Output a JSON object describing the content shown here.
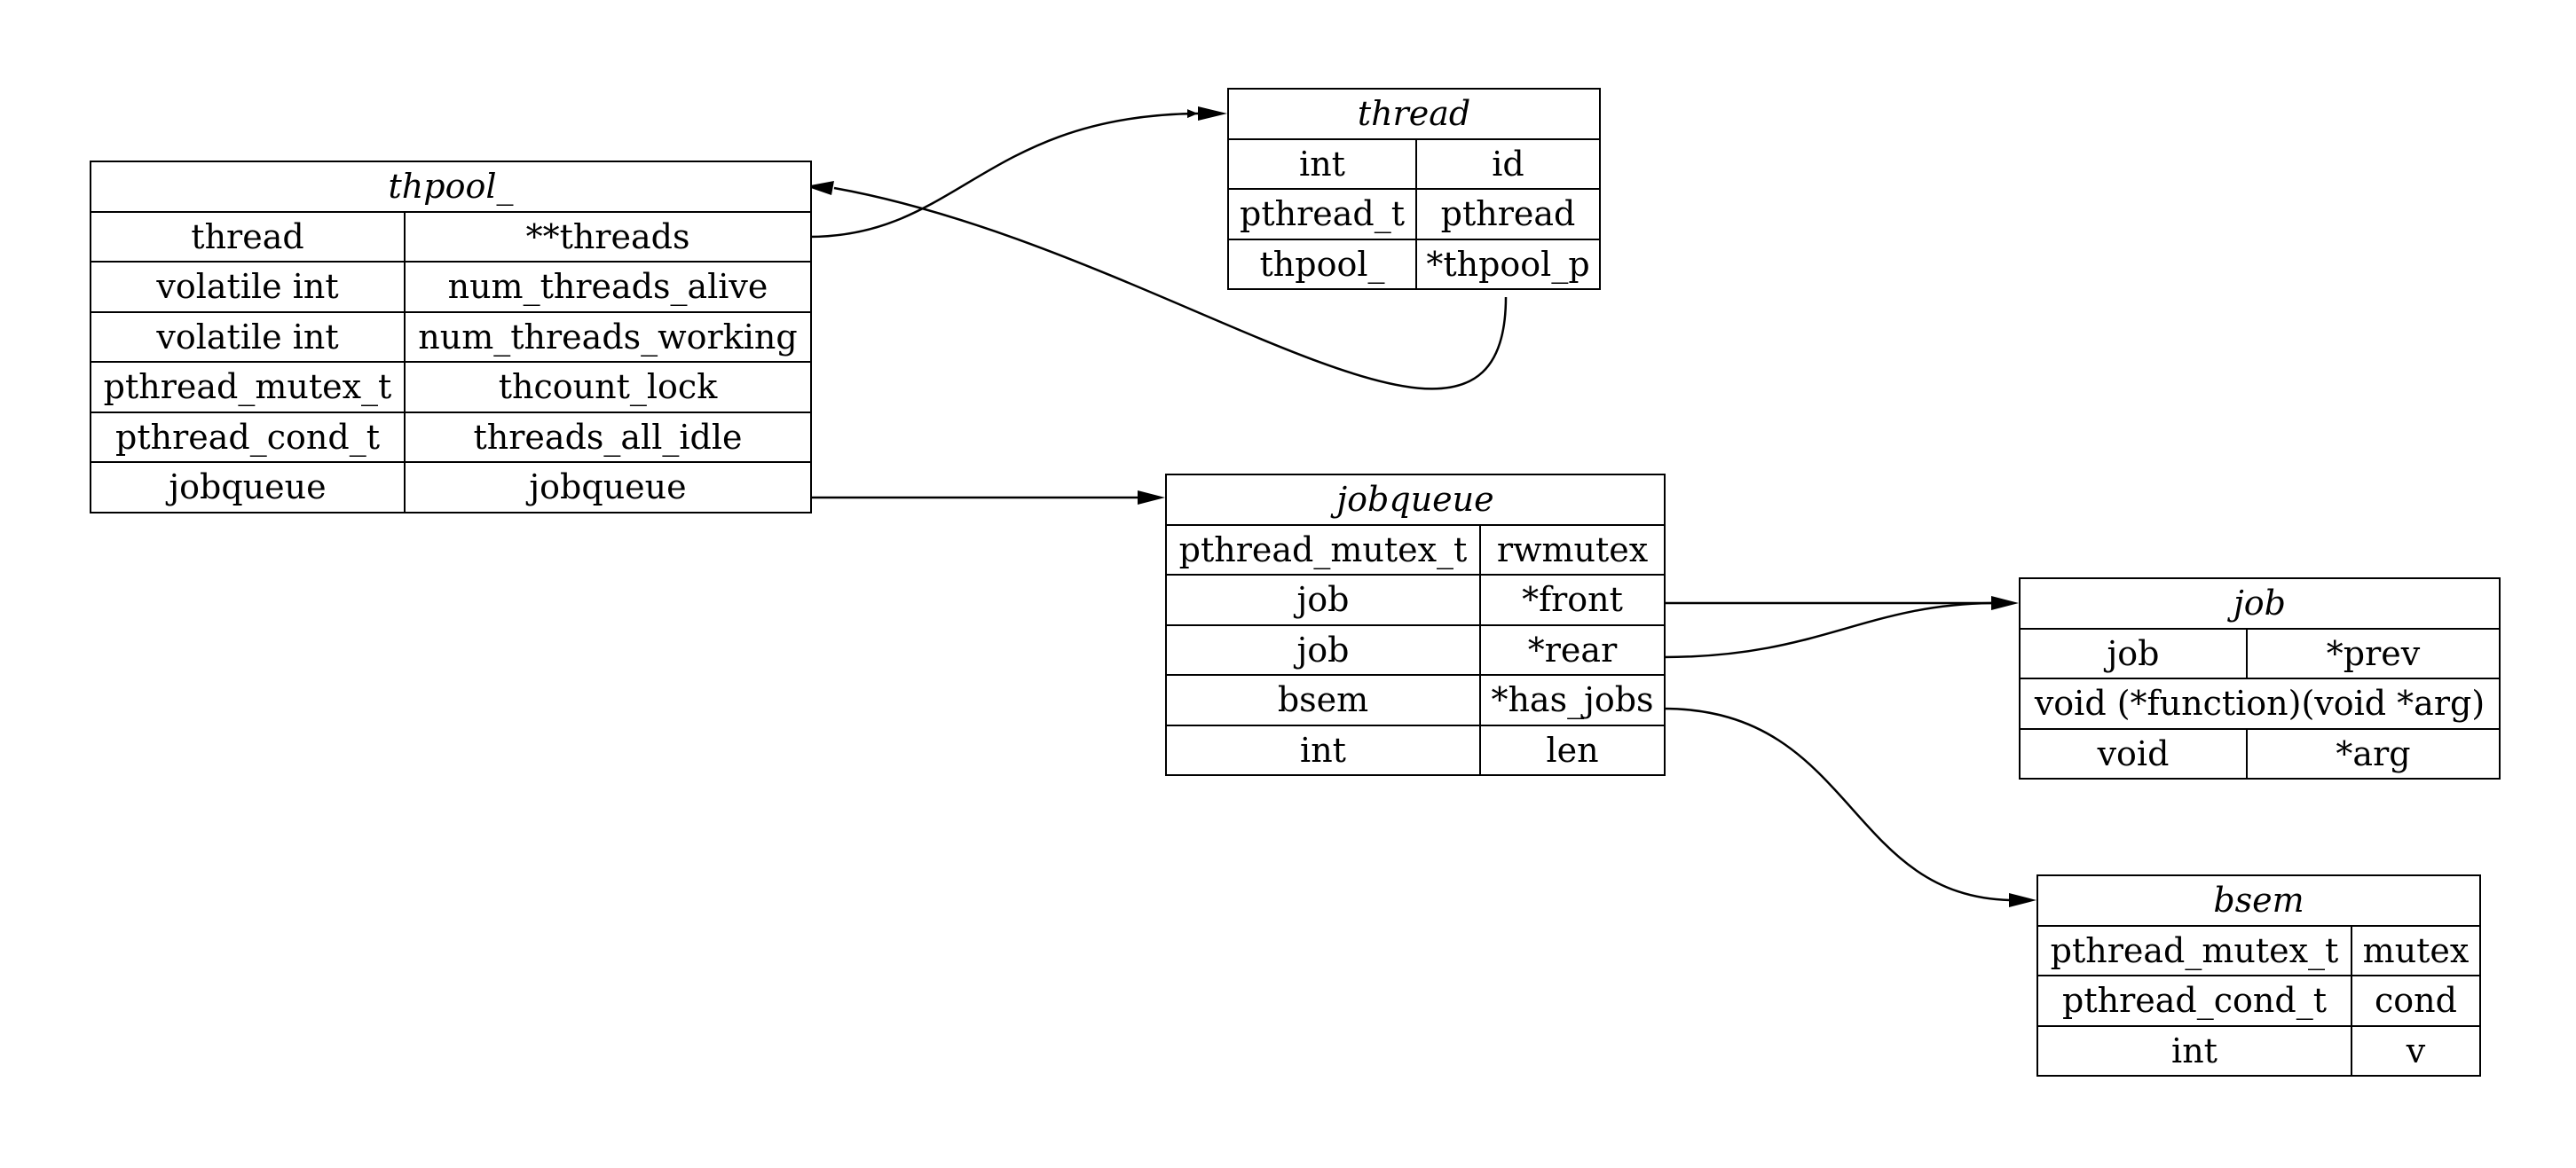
{
  "structs": {
    "thpool": {
      "title": "thpool_",
      "fields": [
        {
          "type": "thread",
          "name": "**threads"
        },
        {
          "type": "volatile int",
          "name": "num_threads_alive"
        },
        {
          "type": "volatile int",
          "name": "num_threads_working"
        },
        {
          "type": "pthread_mutex_t",
          "name": "thcount_lock"
        },
        {
          "type": "pthread_cond_t",
          "name": "threads_all_idle"
        },
        {
          "type": "jobqueue",
          "name": "jobqueue"
        }
      ]
    },
    "thread": {
      "title": "thread",
      "fields": [
        {
          "type": "int",
          "name": "id"
        },
        {
          "type": "pthread_t",
          "name": "pthread"
        },
        {
          "type": "thpool_",
          "name": "*thpool_p"
        }
      ]
    },
    "jobqueue": {
      "title": "jobqueue",
      "fields": [
        {
          "type": "pthread_mutex_t",
          "name": "rwmutex"
        },
        {
          "type": "job",
          "name": "*front"
        },
        {
          "type": "job",
          "name": "*rear"
        },
        {
          "type": "bsem",
          "name": "*has_jobs"
        },
        {
          "type": "int",
          "name": "len"
        }
      ]
    },
    "job": {
      "title": "job",
      "fields": [
        {
          "type": "job",
          "name": "*prev"
        },
        {
          "full": "void (*function)(void *arg)"
        },
        {
          "type": "void",
          "name": "*arg"
        }
      ]
    },
    "bsem": {
      "title": "bsem",
      "fields": [
        {
          "type": "pthread_mutex_t",
          "name": "mutex"
        },
        {
          "type": "pthread_cond_t",
          "name": "cond"
        },
        {
          "type": "int",
          "name": "v"
        }
      ]
    }
  },
  "edges": [
    {
      "from": "thpool_.**threads",
      "to": "thread"
    },
    {
      "from": "thread.*thpool_p",
      "to": "thpool_"
    },
    {
      "from": "thpool_.jobqueue",
      "to": "jobqueue"
    },
    {
      "from": "jobqueue.*front",
      "to": "job"
    },
    {
      "from": "jobqueue.*rear",
      "to": "job"
    },
    {
      "from": "jobqueue.*has_jobs",
      "to": "bsem"
    }
  ]
}
